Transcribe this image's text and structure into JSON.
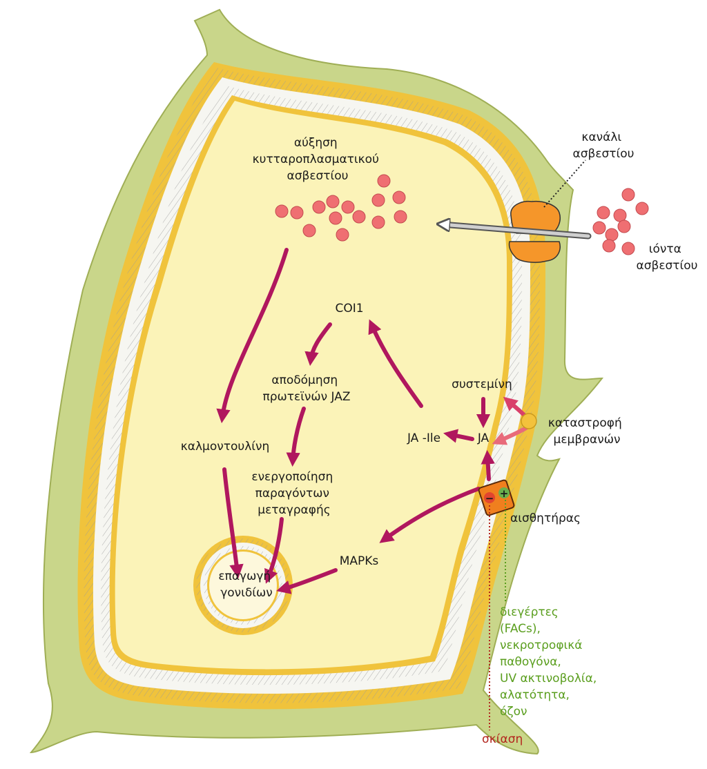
{
  "labels": {
    "calcium_increase": [
      "αύξηση",
      "κυτταροπλασματικού",
      "ασβεστίου"
    ],
    "calcium_channel": [
      "κανάλι",
      "ασβεστίου"
    ],
    "calcium_ions": [
      "ιόντα",
      "ασβεστίου"
    ],
    "coi1": "COI1",
    "jaz_degradation": [
      "αποδόμηση",
      "πρωτεϊνών JAZ"
    ],
    "systemin": "συστεμίνη",
    "ja_ile": "JA -Ile",
    "ja": "JA",
    "membrane_damage": [
      "καταστροφή",
      "μεμβρανών"
    ],
    "calmodulin": "καλμοντουλίνη",
    "tf_activation": [
      "ενεργοποίηση",
      "παραγόντων",
      "μεταγραφής"
    ],
    "sensor": "αισθητήρας",
    "mapks": "MAPKs",
    "gene_induction": [
      "επαγωγή",
      "γονιδίων"
    ],
    "elicitors": [
      "διεγέρτες",
      "(FACs),",
      "νεκροτροφικά",
      "παθογόνα,",
      "UV ακτινοβολία,",
      "αλατότητα,",
      "όζον"
    ],
    "shading": "σκίαση",
    "sensor_minus": "−",
    "sensor_plus": "+"
  },
  "colors": {
    "cell_wall": "#c9d68a",
    "cell_wall_edge": "#9fae55",
    "membrane_gap": "#f6f6f1",
    "lipid_head": "#f0c33c",
    "cytoplasm": "#fbf3b8",
    "nucleus": "#fdf8dc",
    "arrow": "#b0175e",
    "calcium_ion": "#ef6f72",
    "channel": "#f5962a",
    "sensor": "#f07f1e",
    "green_text": "#5a9e1e",
    "red_text": "#b3261e"
  }
}
